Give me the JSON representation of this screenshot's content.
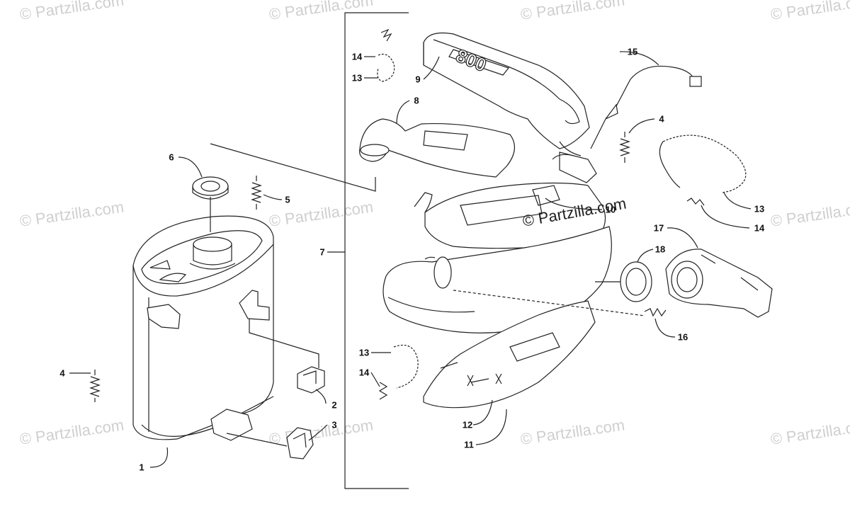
{
  "watermark": "© Partzilla.com",
  "center_watermark": "© Partzilla.com",
  "engine_mark": "800",
  "callouts": {
    "c1": "1",
    "c2": "2",
    "c3": "3",
    "c4a": "4",
    "c4b": "4",
    "c5": "5",
    "c6": "6",
    "c7": "7",
    "c8": "8",
    "c9": "9",
    "c10": "10",
    "c11": "11",
    "c12": "12",
    "c13a": "13",
    "c13b": "13",
    "c13c": "13",
    "c14a": "14",
    "c14b": "14",
    "c14c": "14",
    "c15": "15",
    "c16": "16",
    "c17": "17",
    "c18": "18"
  }
}
